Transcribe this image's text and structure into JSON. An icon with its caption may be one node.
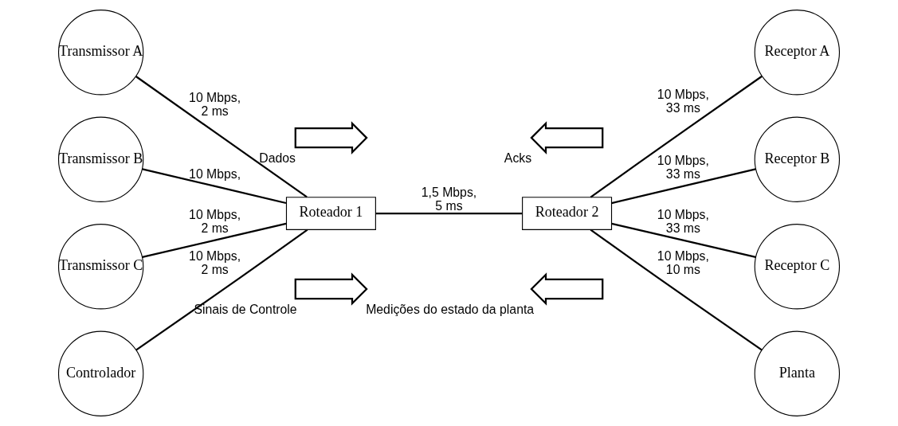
{
  "diagram": {
    "nodes": [
      {
        "text": [
          "Transmissor A"
        ]
      },
      {
        "text": [
          "Transmissor B"
        ]
      },
      {
        "text": [
          "Transmissor C"
        ]
      },
      {
        "text": [
          "Controlador"
        ]
      },
      {
        "text": [
          "Roteador 1"
        ]
      },
      {
        "text": [
          "Roteador 2"
        ]
      },
      {
        "text": [
          "Receptor A"
        ]
      },
      {
        "text": [
          "Receptor B"
        ]
      },
      {
        "text": [
          "Receptor C"
        ]
      },
      {
        "text": [
          "Planta"
        ]
      },
      {
        "text": [],
        "shape": "arrow",
        "beside": [
          "Dados"
        ]
      },
      {
        "text": [],
        "shape": "arrow",
        "beside": [
          "Acks"
        ]
      },
      {
        "text": [],
        "shape": "arrow",
        "beside": [
          "Sinais de Controle"
        ]
      },
      {
        "text": [],
        "shape": "arrow",
        "beside": [
          "Medições do estado da planta"
        ]
      }
    ],
    "edges": [
      {
        "from": 0,
        "to": 4,
        "arrow": "none",
        "label": "10 Mbps, 2 ms"
      },
      {
        "from": 1,
        "to": 4,
        "arrow": "none",
        "label": "10 Mbps,"
      },
      {
        "from": 2,
        "to": 4,
        "arrow": "none",
        "label": "10 Mbps, 2 ms"
      },
      {
        "from": 3,
        "to": 4,
        "arrow": "none",
        "label": "10 Mbps, 2 ms"
      },
      {
        "from": 4,
        "to": 5,
        "arrow": "none",
        "label": "1,5 Mbps, 5 ms"
      },
      {
        "from": 5,
        "to": 6,
        "arrow": "none",
        "label": "10 Mbps, 33 ms"
      },
      {
        "from": 5,
        "to": 7,
        "arrow": "none",
        "label": "10 Mbps, 33 ms"
      },
      {
        "from": 5,
        "to": 8,
        "arrow": "none",
        "label": "10 Mbps, 33 ms"
      },
      {
        "from": 5,
        "to": 9,
        "arrow": "none",
        "label": "10 Mbps, 10 ms"
      }
    ]
  }
}
